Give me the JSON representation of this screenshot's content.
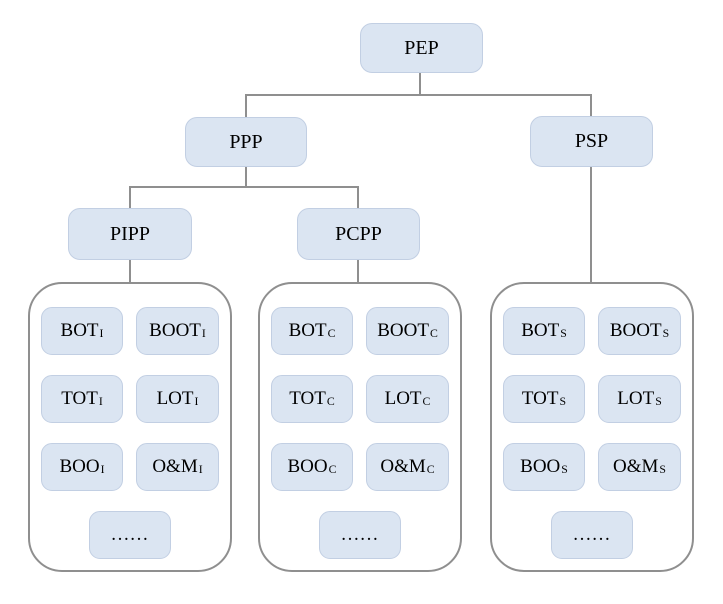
{
  "diagram": {
    "nodes": {
      "root": "PEP",
      "ppp": "PPP",
      "psp": "PSP",
      "pipp": "PIPP",
      "pcpp": "PCPP"
    },
    "groups": [
      {
        "name": "pipp-group",
        "items": [
          {
            "main": "BOT",
            "sub": "I"
          },
          {
            "main": "BOOT",
            "sub": "I"
          },
          {
            "main": "TOT",
            "sub": "I"
          },
          {
            "main": "LOT",
            "sub": "I"
          },
          {
            "main": "BOO",
            "sub": "I"
          },
          {
            "main": "O&M",
            "sub": "I"
          },
          {
            "main": "……",
            "sub": ""
          }
        ]
      },
      {
        "name": "pcpp-group",
        "items": [
          {
            "main": "BOT",
            "sub": "C"
          },
          {
            "main": "BOOT",
            "sub": "C"
          },
          {
            "main": "TOT",
            "sub": "C"
          },
          {
            "main": "LOT",
            "sub": "C"
          },
          {
            "main": "BOO",
            "sub": "C"
          },
          {
            "main": "O&M",
            "sub": "C"
          },
          {
            "main": "……",
            "sub": ""
          }
        ]
      },
      {
        "name": "psp-group",
        "items": [
          {
            "main": "BOT",
            "sub": "S"
          },
          {
            "main": "BOOT",
            "sub": "S"
          },
          {
            "main": "TOT",
            "sub": "S"
          },
          {
            "main": "LOT",
            "sub": "S"
          },
          {
            "main": "BOO",
            "sub": "S"
          },
          {
            "main": "O&M",
            "sub": "S"
          },
          {
            "main": "……",
            "sub": ""
          }
        ]
      }
    ],
    "colors": {
      "box_fill": "#dbe5f2",
      "box_border": "#c2cfe3",
      "connector": "#8f8f8f",
      "container_border": "#8f8f8f",
      "background": "#ffffff",
      "text": "#000000"
    }
  }
}
